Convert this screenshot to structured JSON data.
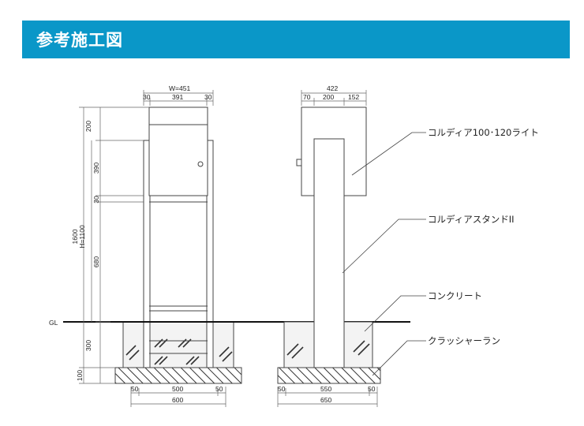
{
  "header": {
    "title": "参考施工図"
  },
  "front_dims": {
    "width_total": "W=451",
    "top_left": "30",
    "top_mid": "391",
    "top_right": "30",
    "v_200": "200",
    "v_390": "390",
    "v_30": "30",
    "v_680": "680",
    "v_1600": "1600",
    "v_h1100": "H=1100",
    "v_300": "300",
    "v_100": "100",
    "gl": "GL",
    "bot_left": "50",
    "bot_mid": "500",
    "bot_right": "50",
    "bot_total": "600"
  },
  "side_dims": {
    "width_total": "422",
    "top_a": "70",
    "top_b": "200",
    "top_c": "152",
    "bot_left": "50",
    "bot_mid": "550",
    "bot_right": "50",
    "bot_total": "650"
  },
  "callouts": {
    "mailbox": "コルディア100･120ライト",
    "stand": "コルディアスタンドII",
    "concrete": "コンクリート",
    "crusher": "クラッシャーラン"
  },
  "colors": {
    "header": "#0a97c8",
    "line": "#444444"
  }
}
